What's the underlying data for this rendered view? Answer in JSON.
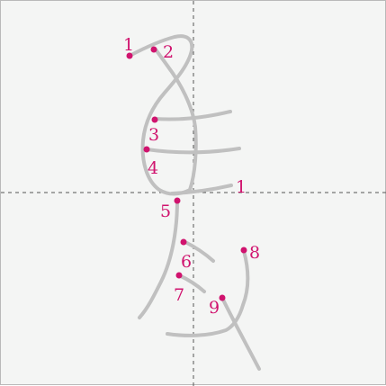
{
  "labels": {
    "n1": "1",
    "n2": "2",
    "n3": "3",
    "n4": "4",
    "n5": "5",
    "n6": "6",
    "n7": "7",
    "n8": "8",
    "n9": "9",
    "n1b": "1"
  },
  "colors": {
    "stroke": "#c0c0c0",
    "marker": "#d0136e",
    "guide": "#555555",
    "background": "#f4f5f4"
  }
}
